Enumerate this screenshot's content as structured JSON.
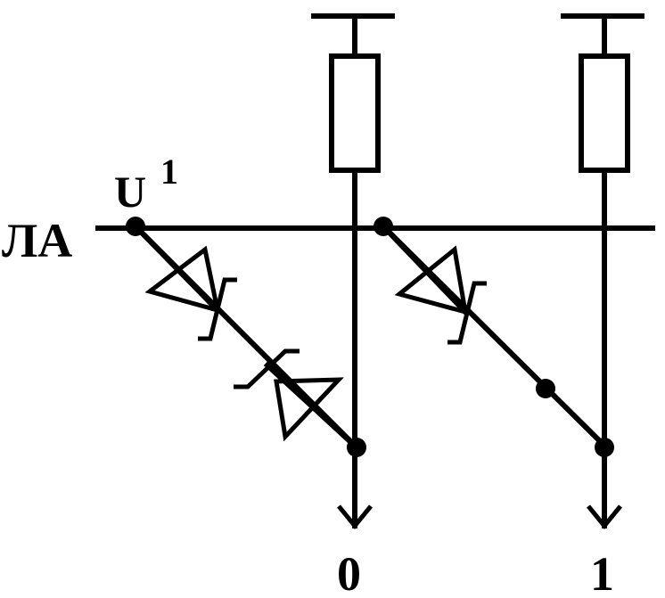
{
  "labels": {
    "line_label": "ЛА",
    "voltage_label_base": "U",
    "voltage_label_sup": "1",
    "output_0": "0",
    "output_1": "1"
  },
  "colors": {
    "ink": "#000000",
    "background": "#ffffff"
  },
  "components": [
    {
      "type": "resistor",
      "name": "resistor-column-0"
    },
    {
      "type": "resistor",
      "name": "resistor-column-1"
    },
    {
      "type": "zener-diode",
      "name": "zener-diode-0-a"
    },
    {
      "type": "zener-diode",
      "name": "zener-diode-0-b"
    },
    {
      "type": "zener-diode",
      "name": "zener-diode-1-a"
    }
  ]
}
